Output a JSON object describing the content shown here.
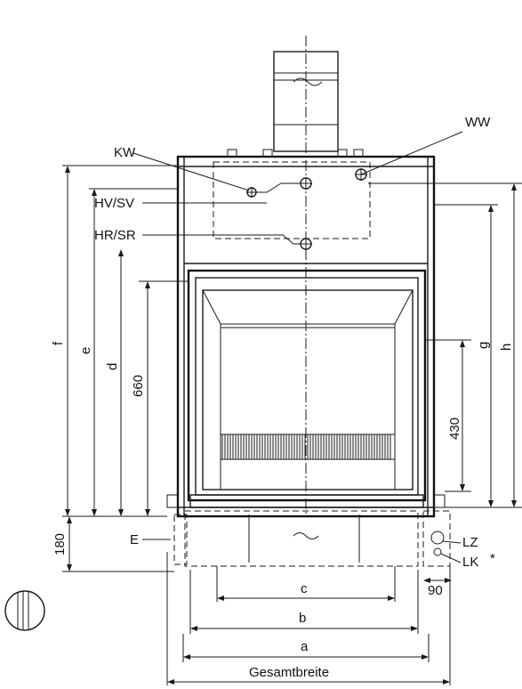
{
  "labels": {
    "ww": "WW",
    "kw": "KW",
    "hv_sv": "HV/SV",
    "hr_sr": "HR/SR",
    "e_conn": "E",
    "lz": "LZ",
    "lk": "LK",
    "asterisk": "*"
  },
  "dimensions": {
    "f": "f",
    "e": "e",
    "d": "d",
    "h660": "660",
    "h180": "180",
    "g": "g",
    "h": "h",
    "h430": "430",
    "w90": "90",
    "c": "c",
    "b": "b",
    "a": "a",
    "total_width": "Gesamtbreite"
  }
}
